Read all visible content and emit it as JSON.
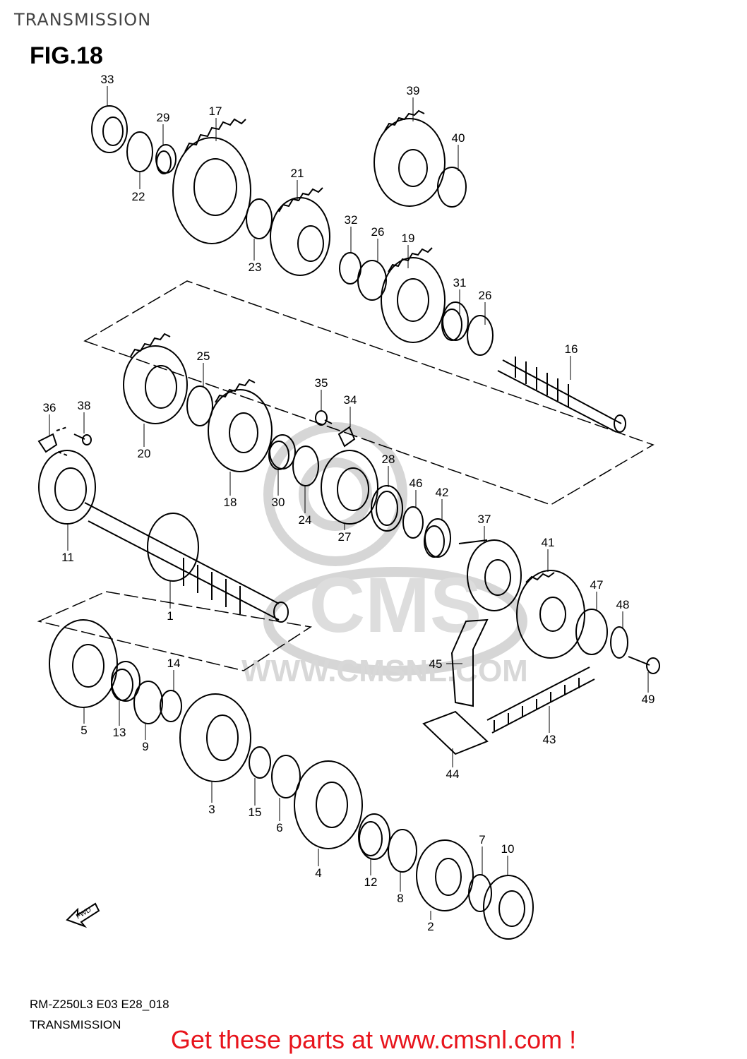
{
  "header": {
    "title": "TRANSMISSION"
  },
  "figure": {
    "label": "FIG.18"
  },
  "watermark": {
    "text": "WWW.CMSNL.COM",
    "logo_text": "CMS"
  },
  "fwd_arrow": {
    "text": "FWD"
  },
  "callouts": [
    "1",
    "2",
    "3",
    "4",
    "5",
    "6",
    "7",
    "8",
    "9",
    "10",
    "11",
    "12",
    "13",
    "14",
    "15",
    "16",
    "17",
    "18",
    "19",
    "20",
    "21",
    "22",
    "23",
    "24",
    "25",
    "26",
    "26",
    "27",
    "28",
    "29",
    "30",
    "31",
    "32",
    "33",
    "34",
    "35",
    "36",
    "37",
    "38",
    "39",
    "40",
    "41",
    "42",
    "43",
    "44",
    "45",
    "46",
    "47",
    "48",
    "49"
  ],
  "footer": {
    "model_code": "RM-Z250L3  E03  E28_018",
    "diagram_name": "TRANSMISSION",
    "cta": "Get these parts at www.cmsnl.com !"
  },
  "colors": {
    "cta": "#e8141c",
    "watermark": "#d8d8d8",
    "line": "#000000"
  }
}
